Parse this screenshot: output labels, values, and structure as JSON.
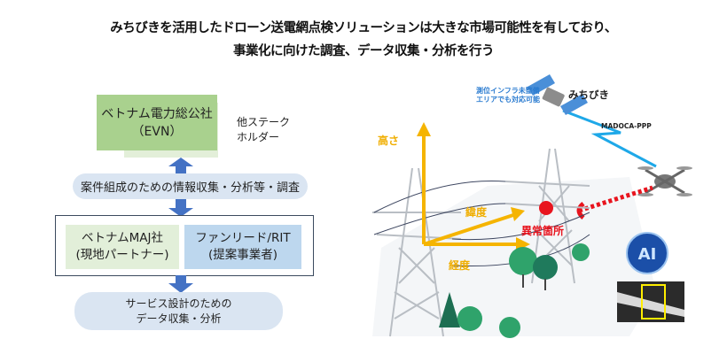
{
  "title": {
    "line1": "みちびきを活用したドローン送電網点検ソリューションは大きな市場可能性を有しており、",
    "line2": "事業化に向けた調査、データ収集・分析を行う"
  },
  "flow": {
    "evn": {
      "line1": "ベトナム電力総公社",
      "line2": "（EVN）",
      "color": "#a9d18e"
    },
    "stakeholders": {
      "line1": "他ステーク",
      "line2": "ホルダー",
      "color": "#e3efd9"
    },
    "research_step": {
      "label": "案件組成のための情報収集・分析等・調査",
      "color": "#dae5f2"
    },
    "maj": {
      "line1": "ベトナムMAJ社",
      "line2": "(現地パートナー)",
      "color": "#e2efd9"
    },
    "rit": {
      "line1": "ファンリード/RIT",
      "line2": "(提案事業者)",
      "color": "#bdd7ee"
    },
    "design_step": {
      "line1": "サービス設計のための",
      "line2": "データ収集・分析",
      "color": "#dae5f2"
    },
    "arrow_color": "#4472c4"
  },
  "illustration": {
    "satellite_note": {
      "line1": "測位インフラ未整備",
      "line2": "エリアでも対応可能"
    },
    "satellite_name": "みちびき",
    "signal_label": "MADOCA-PPP",
    "axis_height": "高さ",
    "axis_latitude": "緯度",
    "axis_longitude": "経度",
    "anomaly_label": "異常箇所",
    "ai_badge": "AI",
    "colors": {
      "axis": "#f5b400",
      "anomaly": "#e8141e",
      "signal": "#1ea8e8",
      "note": "#2a7bd0"
    }
  }
}
